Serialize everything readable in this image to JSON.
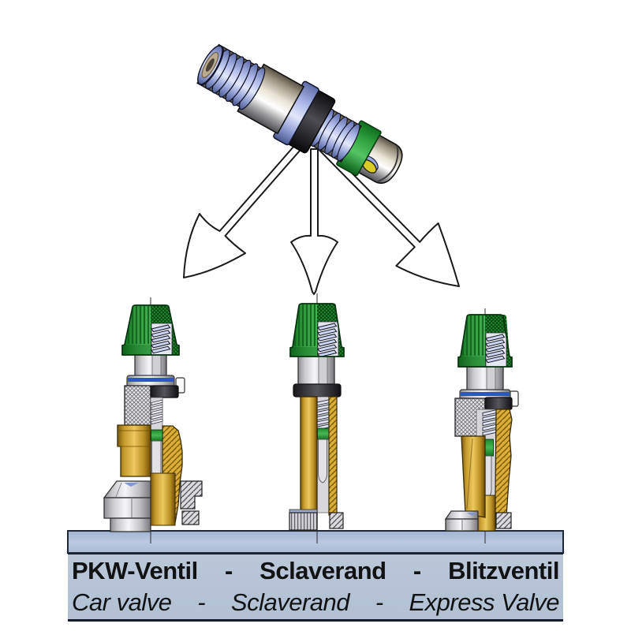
{
  "diagram": {
    "subject": "bicycle pump head adapter compatibility with three valve types",
    "adapter": {
      "name": "pump-head-adapter"
    },
    "valves": [
      {
        "id": "car-valve",
        "label_de": "PKW-Ventil",
        "label_en": "Car valve"
      },
      {
        "id": "sclaverand",
        "label_de": "Sclaverand",
        "label_en": "Sclaverand"
      },
      {
        "id": "express-valve",
        "label_de": "Blitzventil",
        "label_en": "Express Valve"
      }
    ]
  },
  "caption": {
    "rows": [
      {
        "style": "bold-german",
        "items": [
          "PKW-Ventil",
          "-",
          "Sclaverand",
          "-",
          "Blitzventil"
        ]
      },
      {
        "style": "italic-english",
        "items": [
          "Car valve",
          "-",
          "Sclaverand",
          "-",
          "Express Valve"
        ]
      }
    ]
  },
  "colors": {
    "cap_green": "#2f9e3c",
    "section_green": "#1f8c2e",
    "brass": "#d2a435",
    "rim_bar_blue": "#b3c3de",
    "caption_panel_blue": "#bac7d9",
    "spring_lavender": "#ccd4f4",
    "adapter_thread_lavender": "#aab6e6",
    "seal_black": "#333338",
    "stripe_blue": "#2e54c9",
    "port_yellow": "#d9cb25"
  }
}
